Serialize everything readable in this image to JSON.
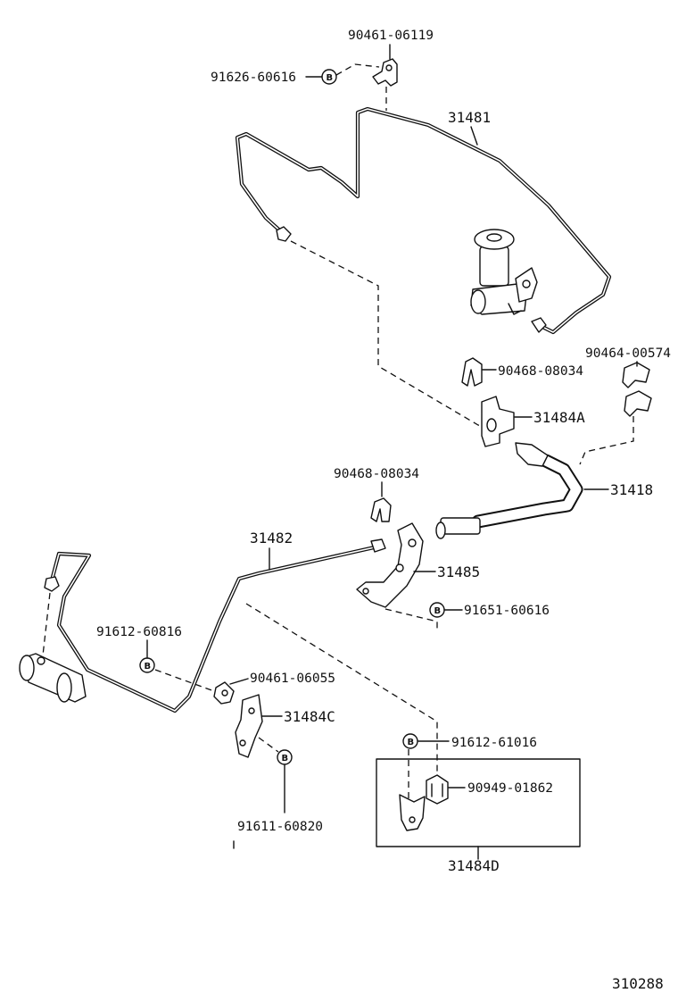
{
  "parts": {
    "p90461_06119": "90461-06119",
    "p91626_60616": "91626-60616",
    "p31481": "31481",
    "p90464_00574": "90464-00574",
    "p90468_08034_a": "90468-08034",
    "p31484A": "31484A",
    "p31418": "31418",
    "p90468_08034_b": "90468-08034",
    "p31482": "31482",
    "p31485": "31485",
    "p91651_60616": "91651-60616",
    "p91612_60816": "91612-60816",
    "p90461_06055": "90461-06055",
    "p31484C": "31484C",
    "p91612_61016": "91612-61016",
    "p90949_01862": "90949-01862",
    "p91611_60820": "91611-60820",
    "p31484D": "31484D"
  },
  "badge_letter": "B",
  "figure_number": "310288"
}
